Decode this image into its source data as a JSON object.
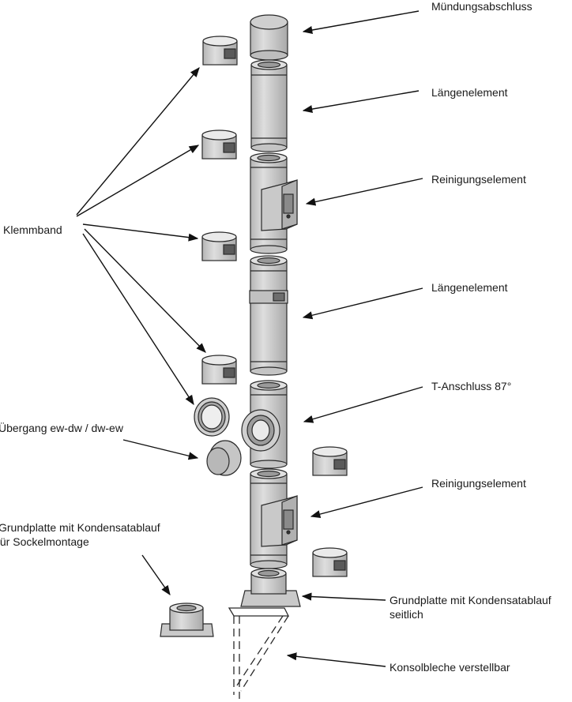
{
  "labels": {
    "muendungsabschluss": "Mündungsabschluss",
    "laengenelement_1": "Längenelement",
    "reinigungselement_1": "Reinigungselement",
    "klemmband": "Klemmband",
    "laengenelement_2": "Längenelement",
    "t_anschluss": "T-Anschluss 87°",
    "uebergang": "Übergang ew-dw / dw-ew",
    "reinigungselement_2": "Reinigungselement",
    "grundplatte_sockel_line1": "Grundplatte mit Kondensatablauf",
    "grundplatte_sockel_line2": "für Sockelmontage",
    "grundplatte_seitlich_line1": "Grundplatte mit Kondensatablauf",
    "grundplatte_seitlich_line2": "seitlich",
    "konsolbleche": "Konsolbleche verstellbar"
  },
  "colors": {
    "part_fill": "#d2d2d2",
    "part_shade": "#a8a8a8",
    "part_dark": "#555555",
    "outline": "#2a2a2a",
    "arrow": "#111111"
  }
}
